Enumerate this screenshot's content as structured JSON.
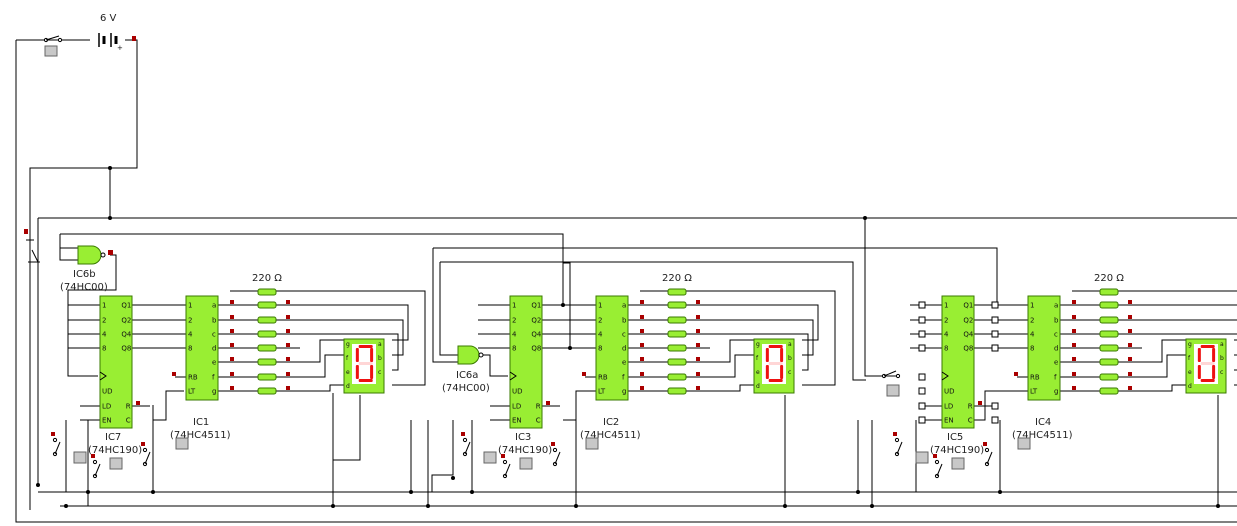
{
  "battery": {
    "voltage": "6 V"
  },
  "resistor_value": "220 Ω",
  "stages": [
    {
      "counter": {
        "name": "IC7",
        "part": "(74HC190)"
      },
      "decoder": {
        "name": "IC1",
        "part": "(74HC4511)"
      },
      "digit": "0"
    },
    {
      "counter": {
        "name": "IC3",
        "part": "(74HC190)"
      },
      "decoder": {
        "name": "IC2",
        "part": "(74HC4511)"
      },
      "digit": "0"
    },
    {
      "counter": {
        "name": "IC5",
        "part": "(74HC190)"
      },
      "decoder": {
        "name": "IC4",
        "part": "(74HC4511)"
      },
      "digit": "0"
    }
  ],
  "nand_gates": [
    {
      "name": "IC6b",
      "part": "(74HC00)"
    },
    {
      "name": "IC6a",
      "part": "(74HC00)"
    }
  ],
  "counter_pins_left": [
    "1",
    "2",
    "4",
    "8",
    "",
    "UD",
    "LD",
    "EN"
  ],
  "counter_pins_right": [
    "Q1",
    "Q2",
    "Q4",
    "Q8",
    "R",
    "C"
  ],
  "decoder_pins_left": [
    "1",
    "2",
    "4",
    "8",
    "RB",
    "LT"
  ],
  "decoder_pins_right": [
    "a",
    "b",
    "c",
    "d",
    "e",
    "f",
    "g"
  ],
  "display_pins": [
    "g",
    "f",
    "e",
    "d",
    "a",
    "b",
    "c"
  ],
  "colors": {
    "ic_fill": "#99ee33",
    "ic_stroke": "#3a7a00",
    "segment_on": "#ee1111",
    "segment_off": "#ffd6d6",
    "wire": "#000000",
    "probe": "#aa0000",
    "switch_button": "#c8c8c8"
  }
}
